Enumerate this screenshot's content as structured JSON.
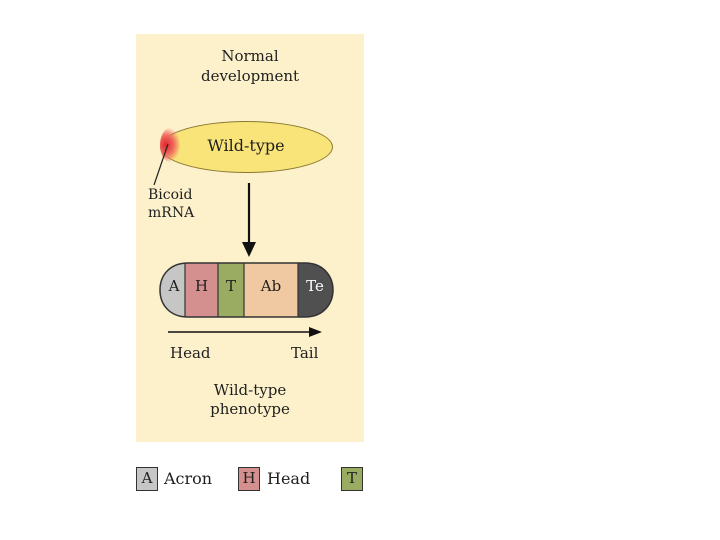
{
  "panel": {
    "title": "Normal\ndevelopment",
    "egg_label": "Wild-type",
    "mrna_label": "Bicoid\nmRNA",
    "axis_head": "Head",
    "axis_tail": "Tail",
    "phenotype": "Wild-type\nphenotype"
  },
  "embryo": {
    "segments": [
      {
        "label": "A",
        "color": "#c6c6c6"
      },
      {
        "label": "H",
        "color": "#d3908e"
      },
      {
        "label": "T",
        "color": "#9aac62"
      },
      {
        "label": "Ab",
        "color": "#f0c9a2"
      },
      {
        "label": "Te",
        "color": "#505050"
      }
    ]
  },
  "legend": {
    "items": [
      {
        "key": "A",
        "label": "Acron",
        "color": "#c6c6c6"
      },
      {
        "key": "H",
        "label": "Head",
        "color": "#d3908e"
      },
      {
        "key": "T",
        "label": "",
        "color": "#9aac62"
      }
    ]
  },
  "colors": {
    "panel_bg": "#fdf1cc",
    "egg_fill": "#f9e479",
    "bicoid": "#e2232e"
  }
}
